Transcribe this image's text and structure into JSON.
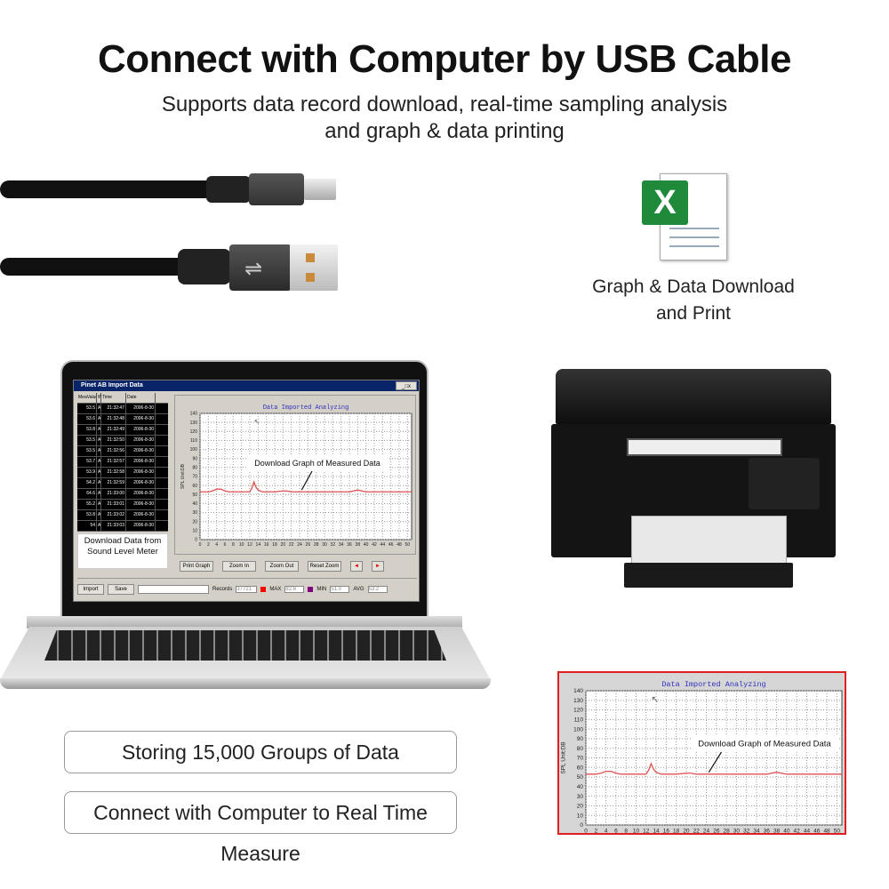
{
  "header": {
    "title": "Connect with Computer by USB Cable",
    "subtitle_line1": "Supports data record download, real-time sampling analysis",
    "subtitle_line2": "and graph & data printing"
  },
  "excel": {
    "caption_line1": "Graph & Data Download",
    "caption_line2": "and Print",
    "icon": "excel-file-icon"
  },
  "features": [
    "Storing 15,000 Groups of Data",
    "Connect with Computer to Real Time Measure"
  ],
  "software": {
    "window_title": "Pinet AB Import Data",
    "columns": [
      "MeaValue",
      "W",
      "Time",
      "Date"
    ],
    "rows": [
      [
        "53.5",
        "A",
        "21:32:47",
        "2006-8-30"
      ],
      [
        "53.6",
        "A",
        "21:32:48",
        "2006-8-30"
      ],
      [
        "53.8",
        "A",
        "21:32:49",
        "2006-8-30"
      ],
      [
        "53.5",
        "A",
        "21:32:50",
        "2006-8-30"
      ],
      [
        "53.5",
        "A",
        "21:32:56",
        "2006-8-30"
      ],
      [
        "53.7",
        "A",
        "21:32:57",
        "2006-8-30"
      ],
      [
        "53.9",
        "A",
        "21:32:58",
        "2006-8-30"
      ],
      [
        "54.2",
        "A",
        "21:32:59",
        "2006-8-30"
      ],
      [
        "64.6",
        "A",
        "21:33:00",
        "2006-8-30"
      ],
      [
        "55.2",
        "A",
        "21:33:01",
        "2006-8-30"
      ],
      [
        "53.8",
        "A",
        "21:33:02",
        "2006-8-30"
      ],
      [
        "54",
        "A",
        "21:33:03",
        "2006-8-30"
      ]
    ],
    "overlay_left": "Download Data from Sound Level Meter",
    "buttons": [
      "Print Graph",
      "Zoom In",
      "Zoom Out",
      "Reset Zoom"
    ],
    "bottom_buttons": [
      "Import",
      "Save"
    ],
    "records_label": "Records",
    "records_value": "37721",
    "max_label": "MAX",
    "max_value": "82.6",
    "min_label": "MIN",
    "min_value": "51.0",
    "avg_label": "AVG",
    "avg_value": "53.2",
    "max_color": "#ff0000",
    "min_color": "#800080"
  },
  "chart_data": {
    "type": "line",
    "title": "Data Imported  Analyzing",
    "ylabel": "SPL Unit:DB",
    "annotation": "Download Graph of Measured Data",
    "xlim": [
      0,
      51
    ],
    "ylim": [
      0,
      140
    ],
    "xticks": [
      0,
      2,
      4,
      6,
      8,
      10,
      12,
      14,
      16,
      18,
      20,
      22,
      24,
      26,
      28,
      30,
      32,
      34,
      36,
      38,
      40,
      42,
      44,
      46,
      48,
      50
    ],
    "yticks": [
      0,
      10,
      20,
      30,
      40,
      50,
      60,
      70,
      80,
      90,
      100,
      110,
      120,
      130,
      140
    ],
    "grid": true,
    "line_color": "#e05050",
    "x": [
      0,
      2,
      3,
      4,
      5,
      6,
      7,
      8,
      10,
      12,
      12.5,
      13,
      13.5,
      14,
      15,
      16,
      18,
      20,
      21,
      22,
      24,
      26,
      28,
      30,
      32,
      34,
      36,
      37,
      38,
      39,
      40,
      42,
      44,
      46,
      48,
      50,
      51
    ],
    "y": [
      53,
      53,
      54,
      56,
      56,
      54,
      53,
      53,
      53,
      53,
      57,
      64,
      58,
      55,
      53,
      53,
      53,
      54,
      54,
      53,
      53,
      53,
      53,
      53,
      53,
      53,
      53,
      54,
      55,
      54,
      53,
      53,
      53,
      53,
      53,
      53,
      53
    ]
  }
}
